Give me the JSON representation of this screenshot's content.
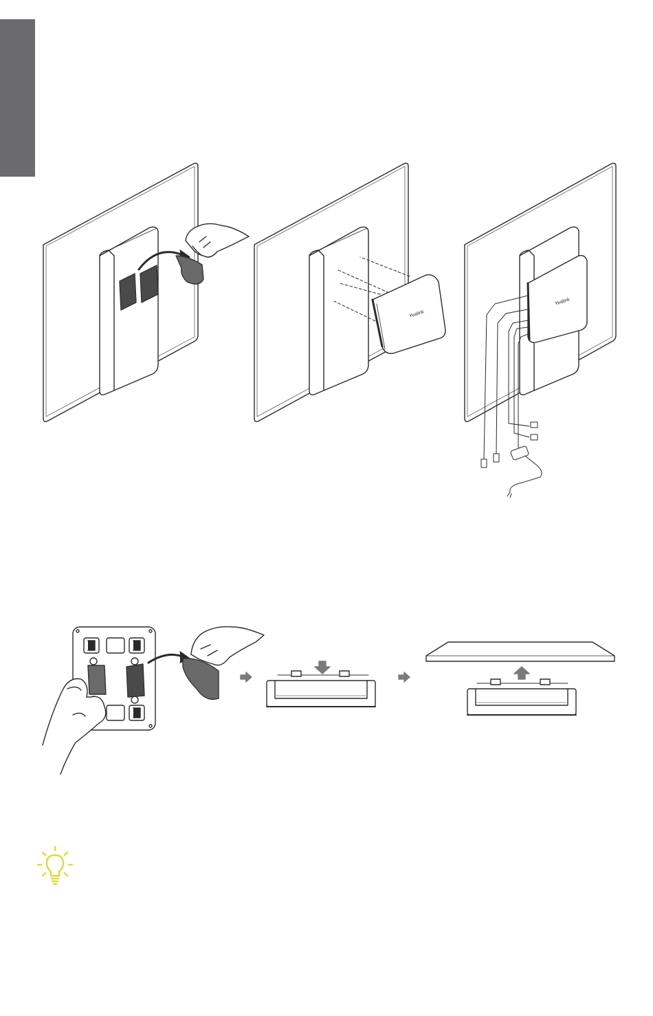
{
  "page": {
    "background": "#ffffff",
    "side_tab_color": "#6b6b6f",
    "line_color": "#2a2a2a",
    "tape_color": "#4a4a4a",
    "arrow_color": "#7a7a7a",
    "tip_icon_color": "#d6df3a"
  },
  "device": {
    "brand_label": "Yealink"
  },
  "figures": {
    "top_row": [
      "peel-tape-from-back-of-display",
      "attach-box-to-display",
      "connect-cables"
    ],
    "bottom_row": [
      "peel-tape-from-mounting-plate",
      "press-plate-down",
      "mount-under-table"
    ]
  },
  "tip": {
    "icon": "lightbulb-icon"
  }
}
